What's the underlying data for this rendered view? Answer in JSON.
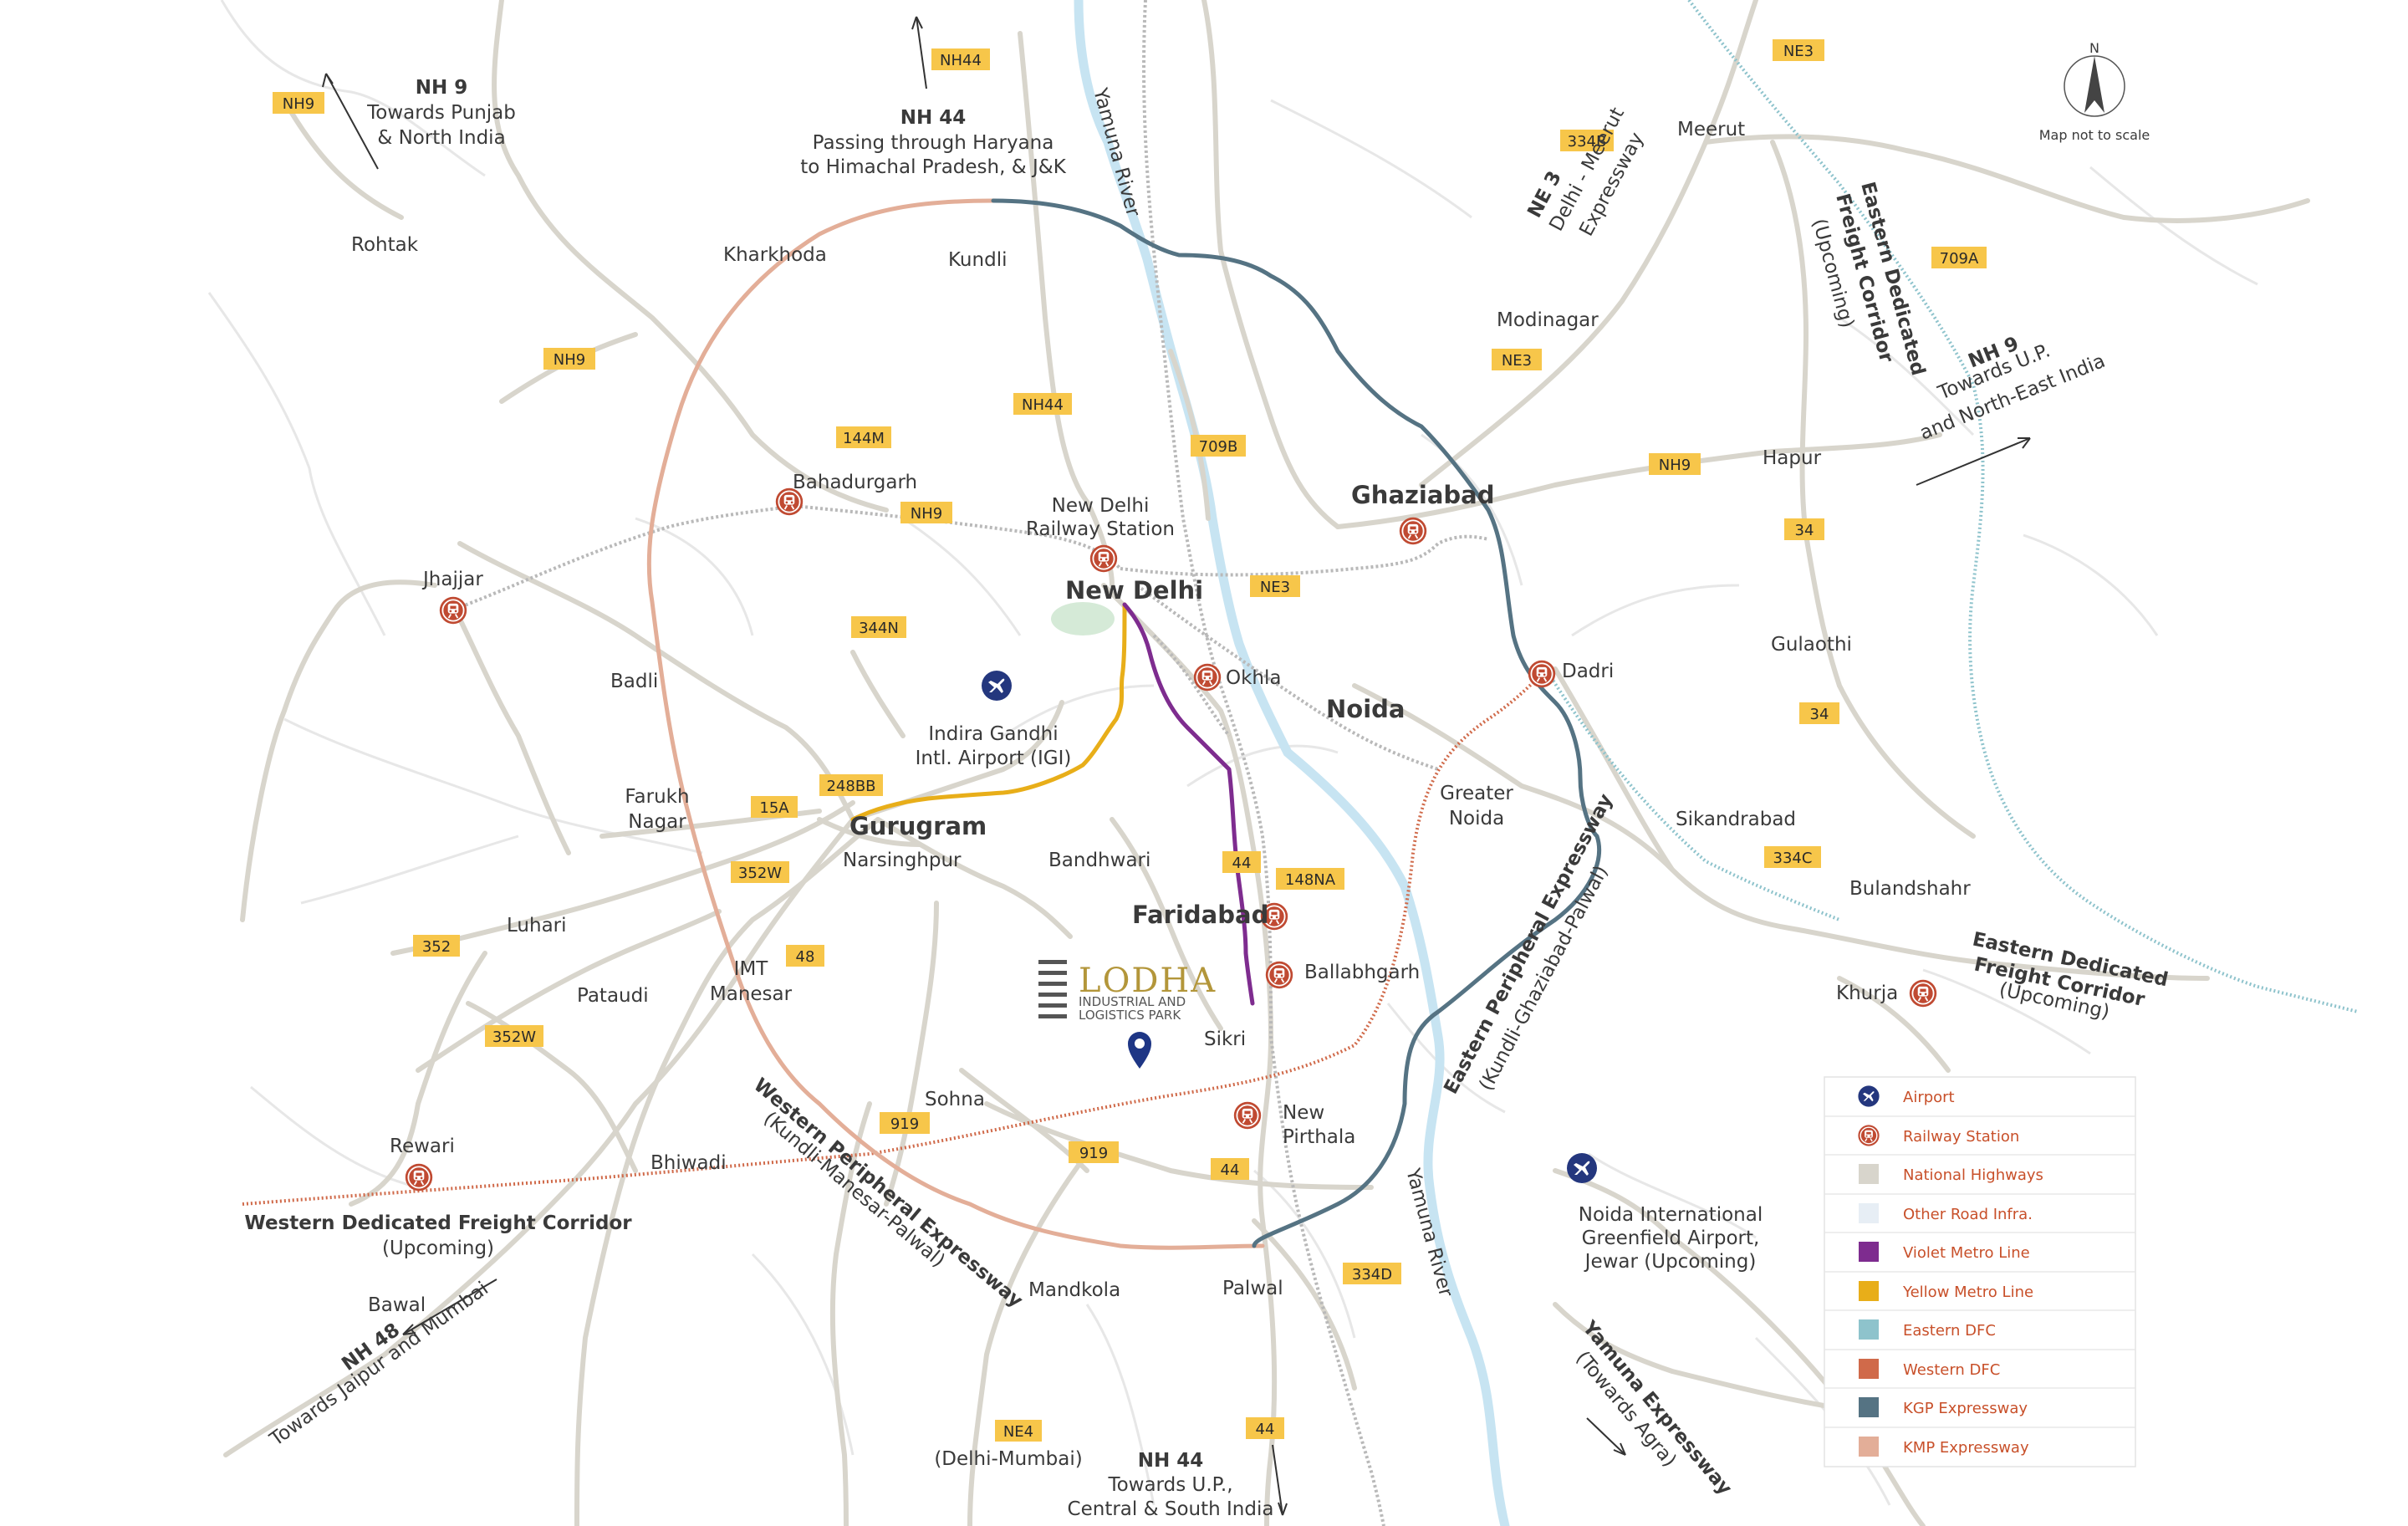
{
  "colors": {
    "highway": "#d8d5cc",
    "other_road": "#e7e7e7",
    "river": "#c7e4f2",
    "violet_metro": "#7e2c8f",
    "yellow_metro": "#e8ae19",
    "eastern_dfc": "#8ec3cc",
    "western_dfc": "#d06a4a",
    "kgp": "#557383",
    "kmp": "#e3ae98",
    "railway": "#b9b9b9",
    "station": "#c04a32",
    "airport": "#24377e",
    "badge": "#f7c64a",
    "pin": "#1e3685",
    "brand": "#b3963a"
  },
  "compass": {
    "label": "N",
    "note": "Map not to scale"
  },
  "project": {
    "name": "LODHA",
    "line1": "INDUSTRIAL AND",
    "line2": "LOGISTICS PARK"
  },
  "places": {
    "rohtak": "Rohtak",
    "kharkhoda": "Kharkhoda",
    "kundli": "Kundli",
    "meerut": "Meerut",
    "modinagar": "Modinagar",
    "hapur": "Hapur",
    "gulaothi": "Gulaothi",
    "sikandrabad": "Sikandrabad",
    "bulandshahr": "Bulandshahr",
    "khurja": "Khurja",
    "bahadurgarh": "Bahadurgarh",
    "nd_station_1": "New Delhi",
    "nd_station_2": "Railway Station",
    "jhajjar": "Jhajjar",
    "badli": "Badli",
    "farukh_1": "Farukh",
    "farukh_2": "Nagar",
    "airport_1": "Indira Gandhi",
    "airport_2": "Intl. Airport (IGI)",
    "okhla": "Okhla",
    "dadri": "Dadri",
    "gnoida_1": "Greater",
    "gnoida_2": "Noida",
    "narsinghpur": "Narsinghpur",
    "bandhwari": "Bandhwari",
    "luhari": "Luhari",
    "pataudi": "Pataudi",
    "imt_1": "IMT",
    "imt_2": "Manesar",
    "ballabhgarh": "Ballabhgarh",
    "sikri": "Sikri",
    "sohna": "Sohna",
    "pirthala_1": "New",
    "pirthala_2": "Pirthala",
    "rewari": "Rewari",
    "bhiwadi": "Bhiwadi",
    "bawal": "Bawal",
    "mandkola": "Mandkola",
    "palwal": "Palwal",
    "jewar_1": "Noida International",
    "jewar_2": "Greenfield Airport,",
    "jewar_3": "Jewar (Upcoming)"
  },
  "major_places": {
    "new_delhi": "New Delhi",
    "ghaziabad": "Ghaziabad",
    "noida": "Noida",
    "gurugram": "Gurugram",
    "faridabad": "Faridabad"
  },
  "annotations": {
    "nh9_nw_1": "NH 9",
    "nh9_nw_2": "Towards Punjab",
    "nh9_nw_3": "& North India",
    "nh44_n_1": "NH 44",
    "nh44_n_2": "Passing through Haryana",
    "nh44_n_3": "to Himachal Pradesh, & J&K",
    "yamuna_n": "Yamuna River",
    "yamuna_s": "Yamuna River",
    "ne3_1": "NE 3",
    "ne3_2": "Delhi - Meerut",
    "ne3_3": "Expressway",
    "edfc_n_1": "Eastern Dedicated",
    "edfc_n_2": "Freight Corridor",
    "edfc_n_3": "(Upcoming)",
    "nh9_e_1": "NH 9",
    "nh9_e_2": "Towards U.P.",
    "nh9_e_3": "and North-East India",
    "edfc_e_1": "Eastern Dedicated",
    "edfc_e_2": "Freight Corridor",
    "edfc_e_3": "(Upcoming)",
    "epe_1": "Eastern Peripheral Expressway",
    "epe_2": "(Kundli-Ghaziabad-Palwal)",
    "wpe_1": "Western Peripheral Expressway",
    "wpe_2": "(Kundli-Manesar-Palwal)",
    "wdfc_1": "Western Dedicated Freight Corridor",
    "wdfc_2": "(Upcoming)",
    "nh48_1": "NH 48",
    "nh48_2": "Towards Jaipur and Mumbai",
    "ne4_2": "(Delhi-Mumbai)",
    "nh44_s_1": "NH 44",
    "nh44_s_2": "Towards U.P.,",
    "nh44_s_3": "Central & South India",
    "yexp_1": "Yamuna Expressway",
    "yexp_2": "(Towards Agra)"
  },
  "badges": {
    "nh9_a": "NH9",
    "nh44_a": "NH44",
    "ne3_a": "NE3",
    "b334b": "334B",
    "b709a": "709A",
    "nh9_b": "NH9",
    "b144m": "144M",
    "nh44_b": "NH44",
    "b709b": "709B",
    "ne3_b": "NE3",
    "nh9_c": "NH9",
    "nh9_d": "NH9",
    "b34_a": "34",
    "ne3_c": "NE3",
    "b344n": "344N",
    "b34_b": "34",
    "b248bb": "248BB",
    "b15a": "15A",
    "b352w_a": "352W",
    "b44_a": "44",
    "b148na": "148NA",
    "b334c": "334C",
    "b352": "352",
    "b48": "48",
    "b352w_b": "352W",
    "b919_a": "919",
    "b919_b": "919",
    "b44_b": "44",
    "b334d": "334D",
    "ne4": "NE4",
    "b44_c": "44"
  },
  "legend": {
    "airport": "Airport",
    "railway": "Railway Station",
    "nh": "National Highways",
    "other": "Other Road Infra.",
    "violet": "Violet Metro Line",
    "yellow": "Yellow Metro Line",
    "edfc": "Eastern DFC",
    "wdfc": "Western DFC",
    "kgp": "KGP Expressway",
    "kmp": "KMP Expressway"
  }
}
